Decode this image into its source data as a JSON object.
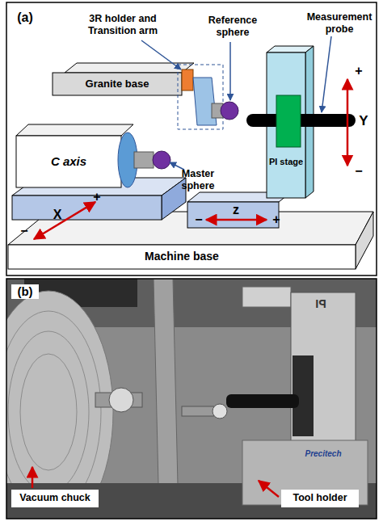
{
  "diagram": {
    "nodes": [
      {
        "text": [
          "Granite base"
        ]
      },
      {
        "text": [
          "C axis"
        ]
      },
      {
        "text": [
          "Machine base"
        ]
      },
      {
        "text": [
          "PI stage"
        ]
      },
      {
        "text": [
          "Vacuum chuck"
        ]
      },
      {
        "text": [
          "Tool holder"
        ]
      }
    ],
    "labels": [
      "(a)",
      "3R holder and Transition arm",
      "Reference sphere",
      "Measurement probe",
      "Master sphere",
      "−",
      "X",
      "+",
      "−",
      "z",
      "+",
      "+",
      "Y",
      "−",
      "(b)",
      "PI",
      "Precitech"
    ]
  }
}
